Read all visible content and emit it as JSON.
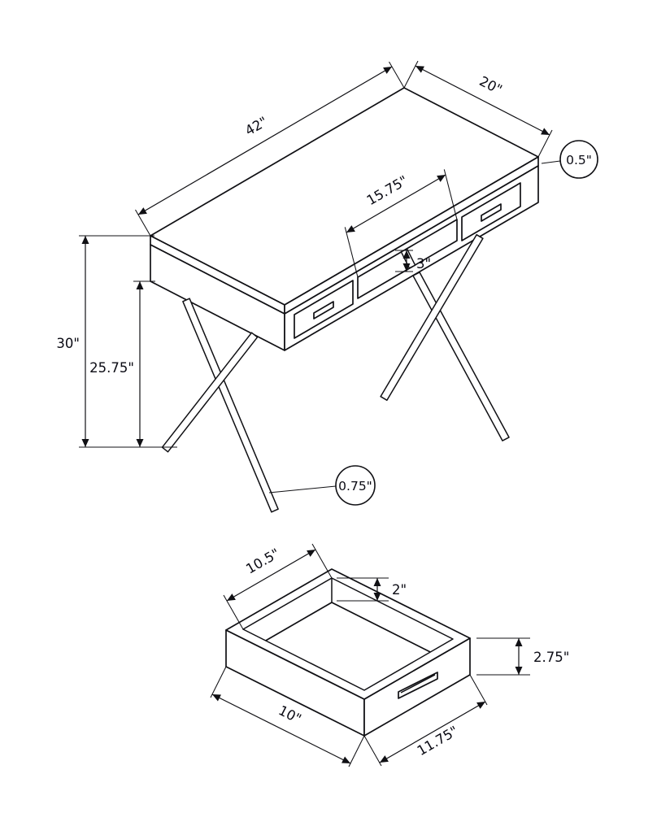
{
  "page": {
    "background": "#ffffff",
    "line_color": "#101014"
  },
  "desk_view": {
    "dimensions": {
      "top_length": "42\"",
      "top_depth": "20\"",
      "top_thickness": "0.5\"",
      "opening_width": "15.75\"",
      "opening_height": "3\"",
      "overall_height": "30\"",
      "clearance_height": "25.75\"",
      "leg_tube_diameter": "0.75\""
    }
  },
  "drawer_view": {
    "dimensions": {
      "inner_width": "10.5\"",
      "inner_depth": "2\"",
      "outer_height": "2.75\"",
      "side_depth": "10\"",
      "front_width": "11.75\""
    }
  }
}
